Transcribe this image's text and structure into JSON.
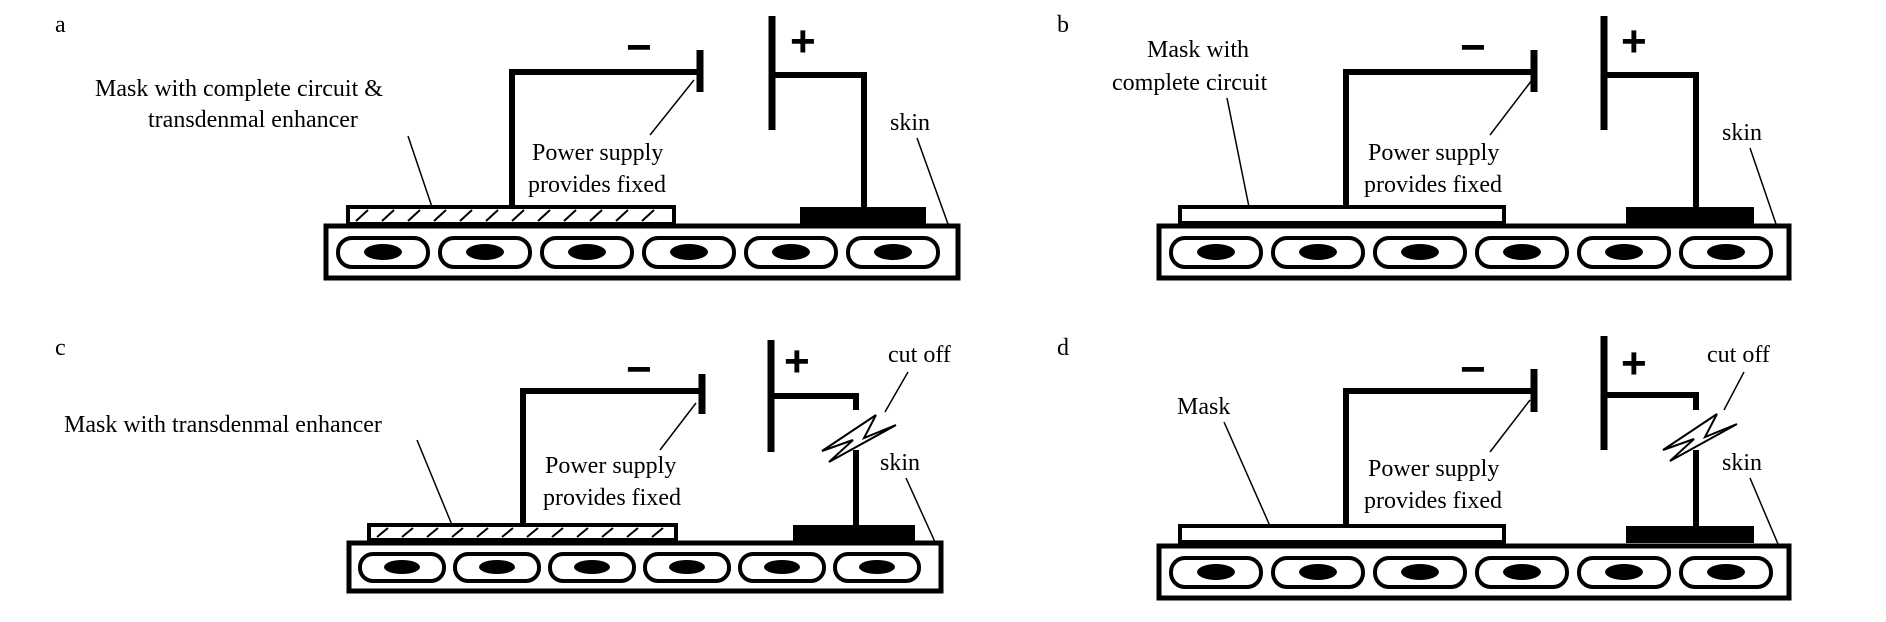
{
  "panels": [
    {
      "letter": "a",
      "mask_label": [
        "Mask with complete circuit &",
        "transdenmal enhancer"
      ],
      "mask_style": "hatched",
      "power_label": [
        "Power supply",
        "provides fixed"
      ],
      "minus": "−",
      "plus": "+",
      "skin_label": "skin",
      "cut_off": false,
      "cut_label": ""
    },
    {
      "letter": "b",
      "mask_label": [
        "Mask with",
        "complete circuit"
      ],
      "mask_style": "plain",
      "power_label": [
        "Power supply",
        "provides fixed"
      ],
      "minus": "−",
      "plus": "+",
      "skin_label": "skin",
      "cut_off": false,
      "cut_label": ""
    },
    {
      "letter": "c",
      "mask_label": [
        "Mask with transdenmal enhancer"
      ],
      "mask_style": "hatched",
      "power_label": [
        "Power supply",
        "provides fixed"
      ],
      "minus": "−",
      "plus": "+",
      "skin_label": "skin",
      "cut_off": true,
      "cut_label": "cut off"
    },
    {
      "letter": "d",
      "mask_label": [
        "Mask"
      ],
      "mask_style": "plain",
      "power_label": [
        "Power supply",
        "provides fixed"
      ],
      "minus": "−",
      "plus": "+",
      "skin_label": "skin",
      "cut_off": true,
      "cut_label": "cut off"
    }
  ],
  "colors": {
    "ink": "#000000",
    "background": "#ffffff"
  }
}
